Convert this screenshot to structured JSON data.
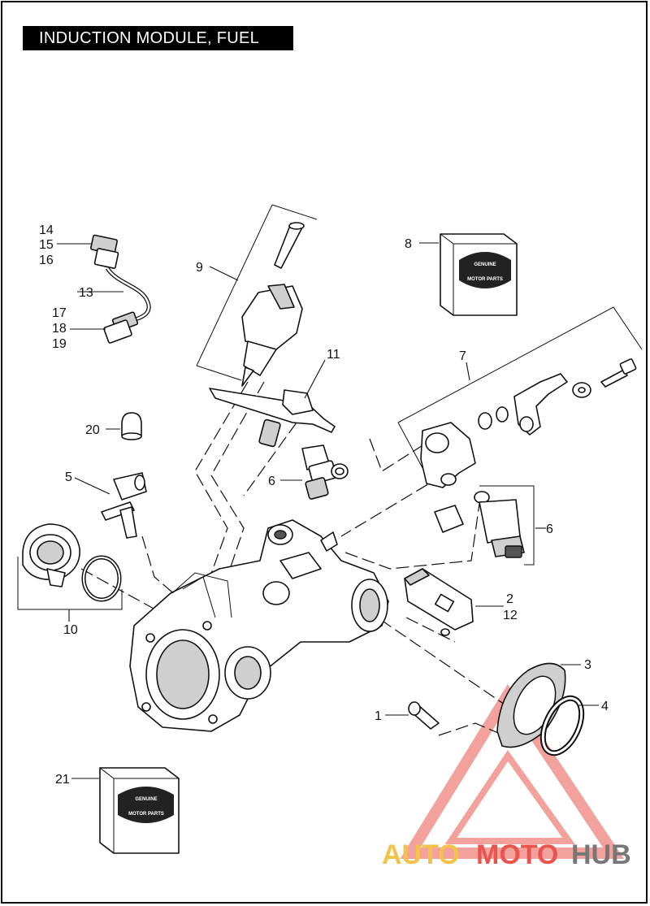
{
  "title": "INDUCTION MODULE, FUEL",
  "callouts": {
    "c1": "1",
    "c2": "2",
    "c12": "12",
    "c3": "3",
    "c4": "4",
    "c5": "5",
    "c6a": "6",
    "c6b": "6",
    "c7": "7",
    "c8": "8",
    "c9": "9",
    "c10": "10",
    "c11": "11",
    "c13": "13",
    "c14": "14",
    "c15": "15",
    "c16": "16",
    "c17": "17",
    "c18": "18",
    "c19": "19",
    "c20": "20",
    "c21": "21"
  },
  "genuine_box": {
    "top": "GENUINE",
    "bottom": "MOTOR PARTS"
  },
  "watermark": {
    "part1": "AUTO",
    "part2": "MOTO",
    "part3": "HUB",
    "triangle_color": "#e8554e",
    "word1_color": "#f3c24a",
    "word3_color": "#777777"
  }
}
